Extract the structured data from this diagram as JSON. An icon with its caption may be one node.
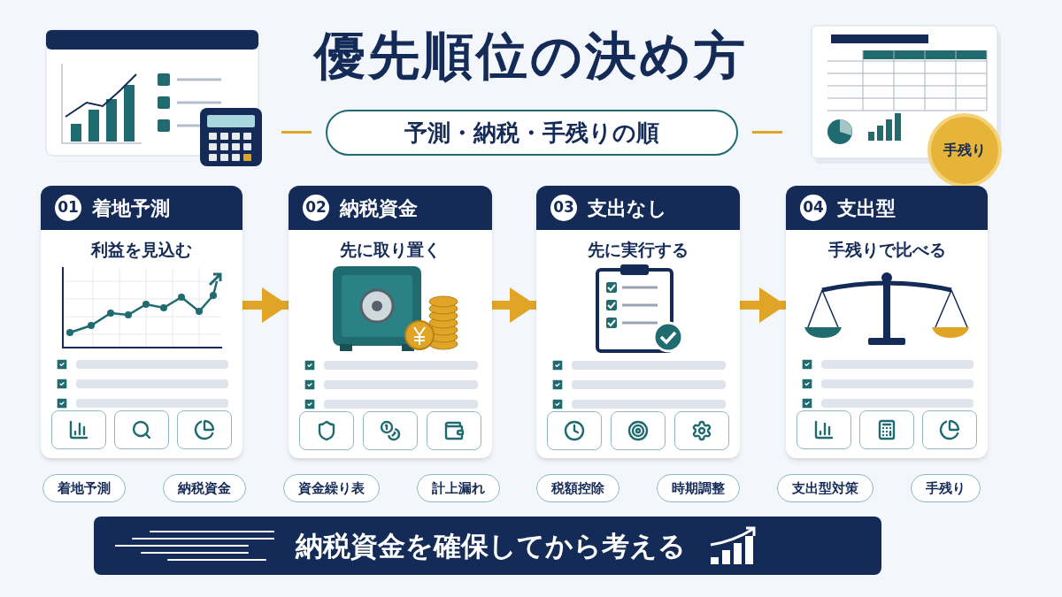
{
  "diagram": {
    "title": "優先順位の決め方",
    "nodes": [
      {
        "text": [
          "01",
          "着地予測",
          "利益を見込む"
        ]
      },
      {
        "text": [
          "02",
          "納税資金",
          "先に取り置く"
        ]
      },
      {
        "text": [
          "03",
          "支出なし",
          "先に実行する"
        ]
      },
      {
        "text": [
          "04",
          "支出型",
          "手残りで比べる"
        ]
      }
    ],
    "edges": [
      {
        "from": 0,
        "to": 1,
        "arrow": "to"
      },
      {
        "from": 1,
        "to": 2,
        "arrow": "to"
      },
      {
        "from": 2,
        "to": 3,
        "arrow": "to"
      }
    ],
    "labels": [
      "予測・納税・手残りの順",
      "手残り",
      "着地予測",
      "納税資金",
      "資金繰り表",
      "計上漏れ",
      "税額控除",
      "時期調整",
      "支出型対策",
      "手残り",
      "納税資金を確保してから考える"
    ]
  }
}
